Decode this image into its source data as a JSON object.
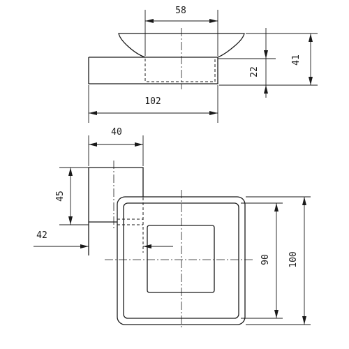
{
  "dimensions": {
    "top_width_58": "58",
    "top_height_41": "41",
    "top_height_22": "22",
    "top_length_102": "102",
    "side_width_40": "40",
    "side_height_45": "45",
    "side_offset_42": "42",
    "plan_inner_90": "90",
    "plan_outer_100": "100"
  }
}
